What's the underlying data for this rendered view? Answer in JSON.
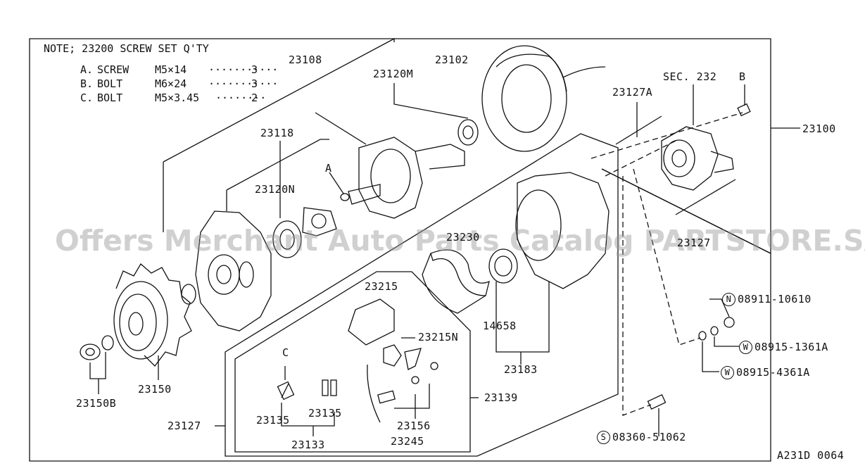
{
  "note": {
    "title": "NOTE; 23200 SCREW SET  Q'TY",
    "rows": [
      {
        "code": "A.",
        "name": "SCREW",
        "size": "M5×14",
        "qty": "3"
      },
      {
        "code": "B.",
        "name": "BOLT",
        "size": "M6×24",
        "qty": "3"
      },
      {
        "code": "C.",
        "name": "BOLT",
        "size": "M5×3.45",
        "qty": "2"
      }
    ]
  },
  "labels": {
    "p23108": "23108",
    "p23120M": "23120M",
    "p23102": "23102",
    "sec232": "SEC. 232",
    "B": "B",
    "p23127A": "23127A",
    "p23100": "23100",
    "p23118": "23118",
    "p23120N": "23120N",
    "A": "A",
    "p23127": "23127",
    "p23230": "23230",
    "p23215": "23215",
    "p23215N": "23215N",
    "p14658": "14658",
    "p23183": "23183",
    "C": "C",
    "p23139": "23139",
    "p23135a": "23135",
    "p23135b": "23135",
    "p23133": "23133",
    "p23156": "23156",
    "p23245": "23245",
    "p23150": "23150",
    "p23150B": "23150B",
    "p08911": "08911-10610",
    "p08915a": "08915-1361A",
    "p08915b": "08915-4361A",
    "p08360": "08360-51062",
    "ref": "A231D 0064"
  },
  "symbols": {
    "N": "N",
    "W1": "W",
    "W2": "W",
    "S": "S"
  },
  "watermark": "Offers Merchant Auto Parts Catalog PARTSTORE.SA"
}
